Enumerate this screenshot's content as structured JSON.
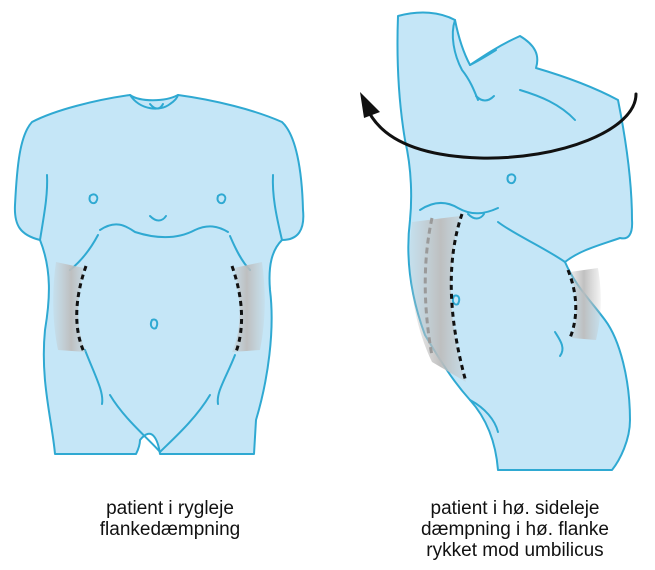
{
  "colors": {
    "skin_fill": "#c5e6f7",
    "outline": "#2fa9d2",
    "shading": "#c4c4c4",
    "dullness_line": "#111111",
    "dullness_line_ghost": "#9a9a9a",
    "arrow": "#111111"
  },
  "icons": {
    "rotation_arrow": "curved-arrow-left-icon"
  },
  "panels": [
    {
      "id": "left",
      "caption": [
        "patient i rygleje",
        "flankedæmpning"
      ]
    },
    {
      "id": "right",
      "caption": [
        "patient i hø. sideleje",
        "dæmpning i hø. flanke",
        "rykket mod umbilicus"
      ]
    }
  ]
}
